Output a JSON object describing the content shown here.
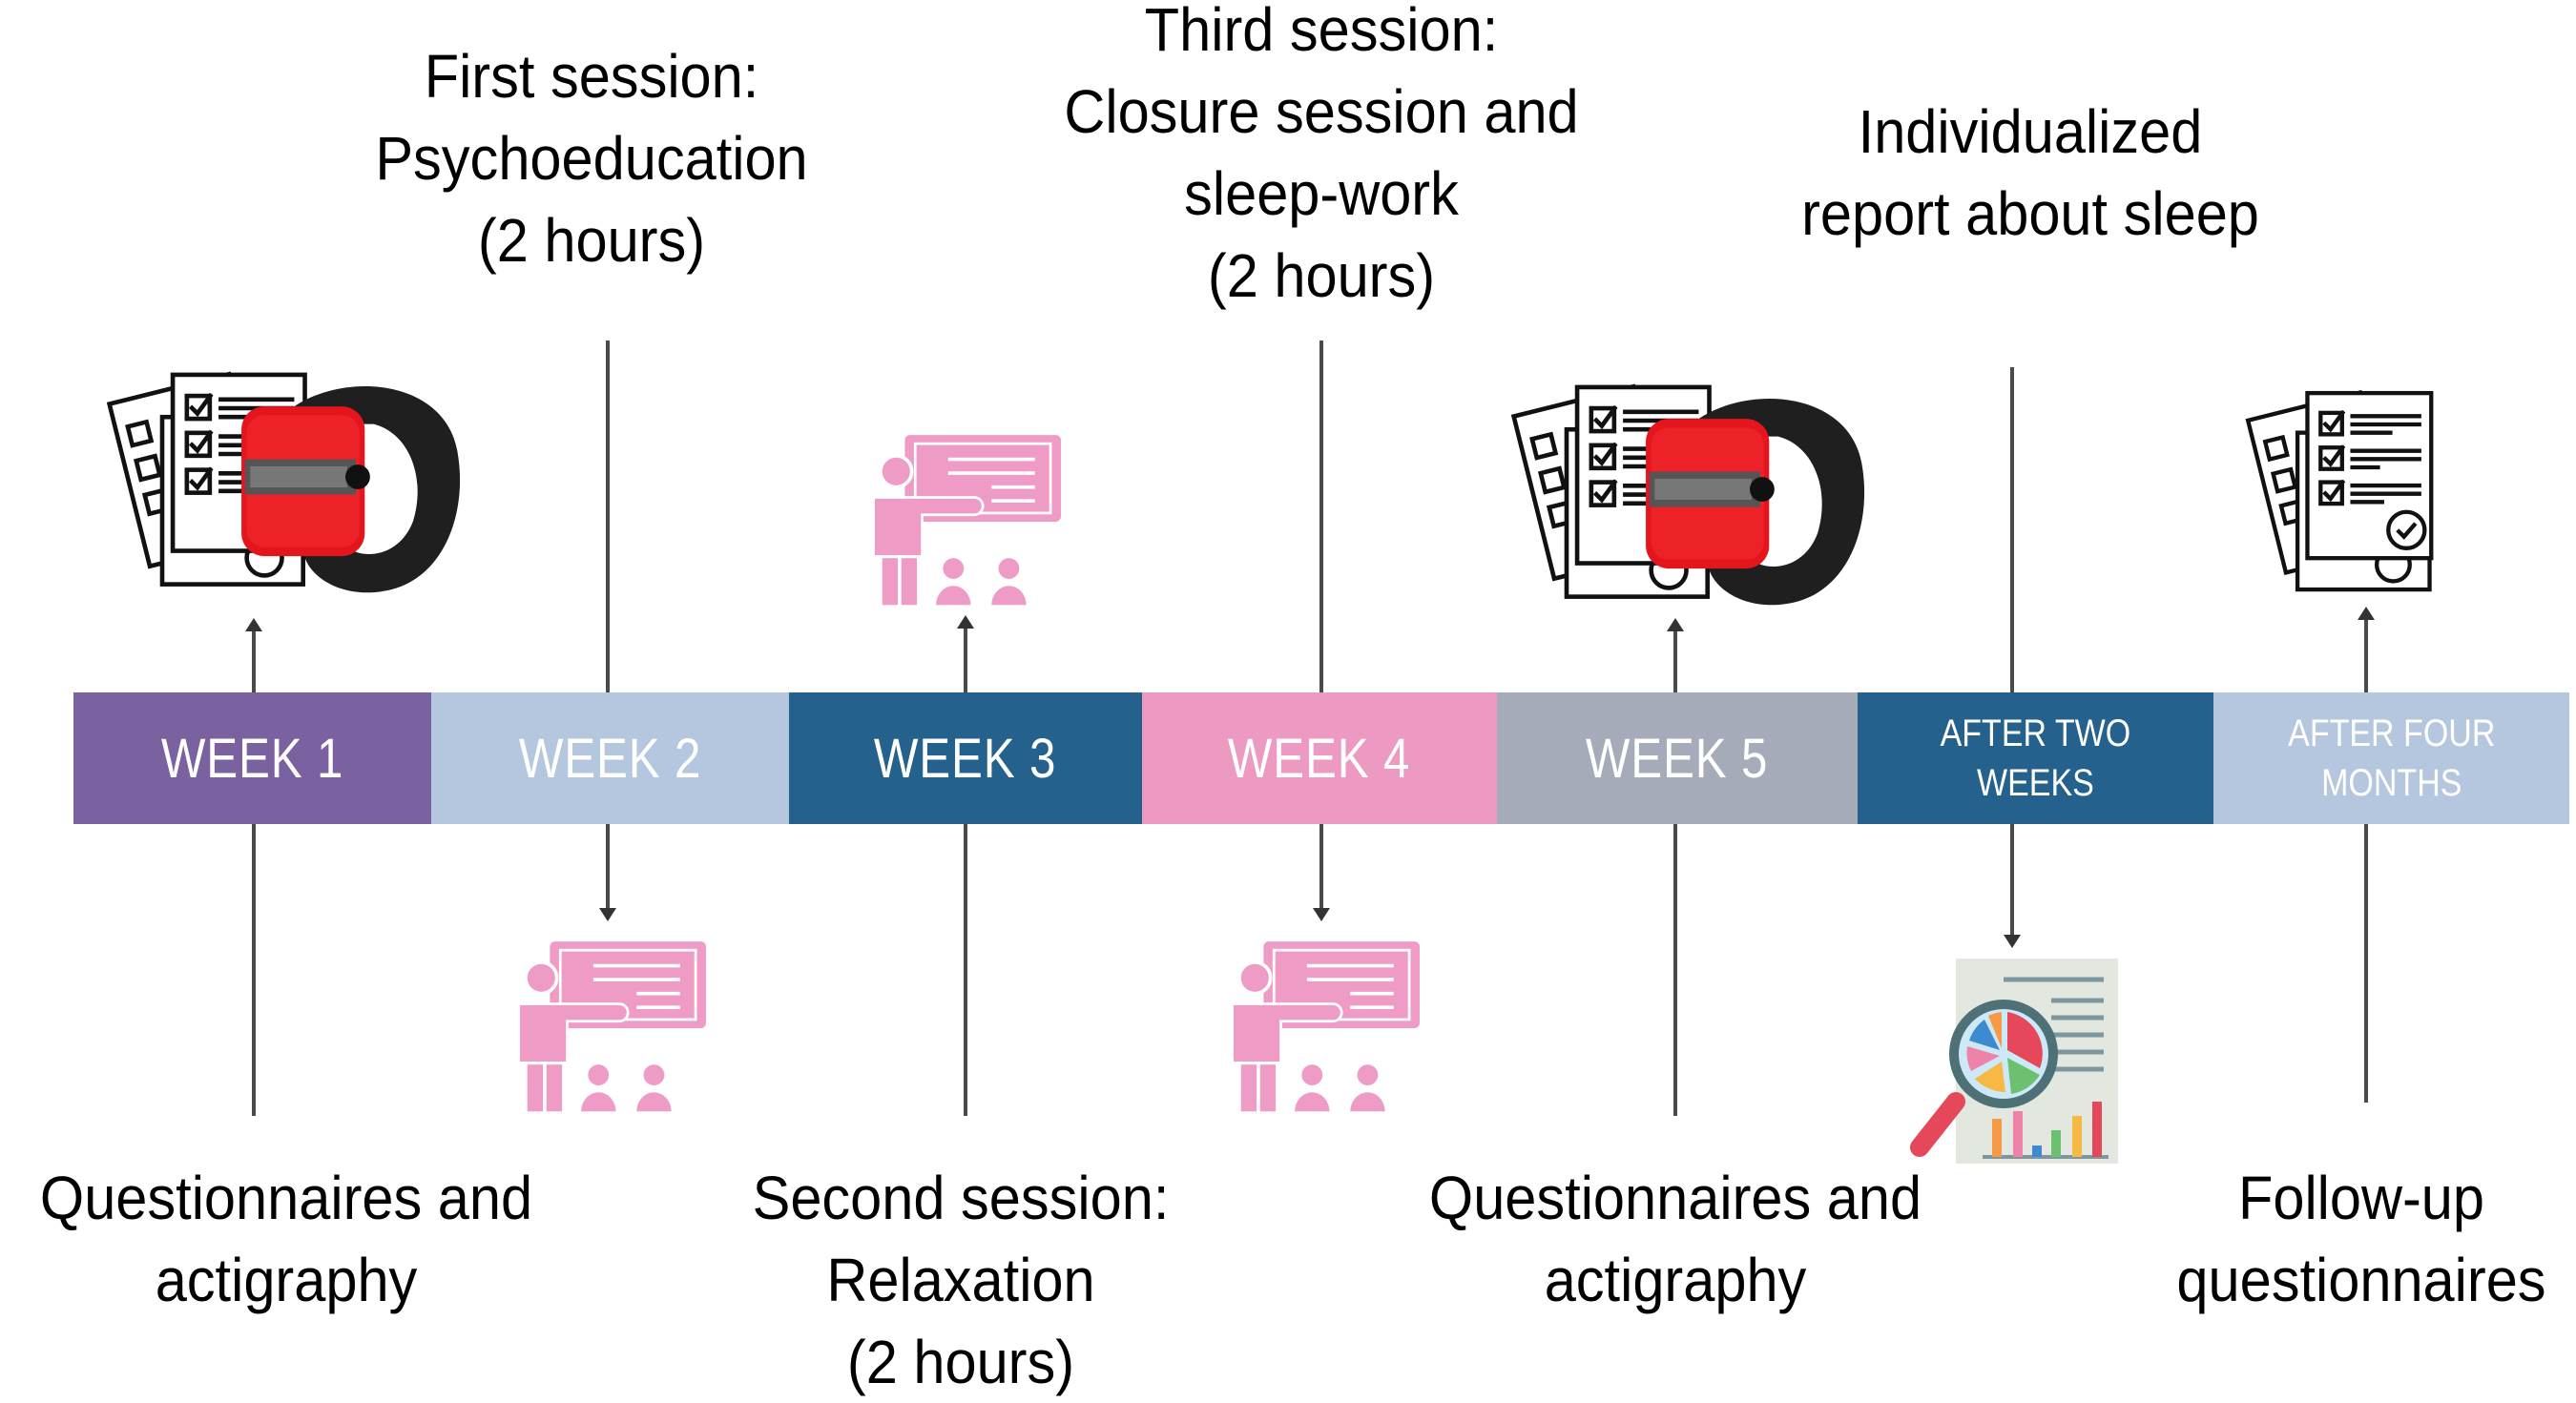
{
  "timeline": {
    "segments": [
      {
        "label": "WEEK 1",
        "color": "#7A61A0"
      },
      {
        "label": "WEEK 2",
        "color": "#B5C7DE"
      },
      {
        "label": "WEEK 3",
        "color": "#25618D"
      },
      {
        "label": "WEEK 4",
        "color": "#EC9AC2"
      },
      {
        "label": "WEEK 5",
        "color": "#A6ABB9"
      },
      {
        "label_lines": [
          "AFTER TWO",
          "WEEKS"
        ],
        "color": "#25618D"
      },
      {
        "label_lines": [
          "AFTER FOUR",
          "MONTHS"
        ],
        "color": "#B5C7DE"
      }
    ]
  },
  "top_captions": {
    "first_session": [
      "First session:",
      "Psychoeducation",
      "(2 hours)"
    ],
    "third_session": [
      "Third session:",
      "Closure session and",
      "sleep-work",
      "(2 hours)"
    ],
    "report": [
      "Individualized",
      "report about sleep"
    ]
  },
  "bottom_captions": {
    "week1": [
      "Questionnaires and",
      "actigraphy"
    ],
    "second_session": [
      "Second session:",
      "Relaxation",
      "(2 hours)"
    ],
    "week5": [
      "Questionnaires and",
      "actigraphy"
    ],
    "follow_up": [
      "Follow-up",
      "questionnaires"
    ]
  },
  "icons": {
    "week1": "questionnaire-and-actigraph-watch",
    "week2": "presentation-session",
    "week3": "presentation-session",
    "week4": "presentation-session",
    "week5": "questionnaire-and-actigraph-watch",
    "after_two_weeks": "sleep-report-analysis",
    "after_four_months": "questionnaire"
  },
  "colors": {
    "session_pink": "#EE9CC6",
    "watch_red": "#E4151C",
    "watch_strap": "#1E1E1E",
    "line": "#4A4A4A"
  }
}
